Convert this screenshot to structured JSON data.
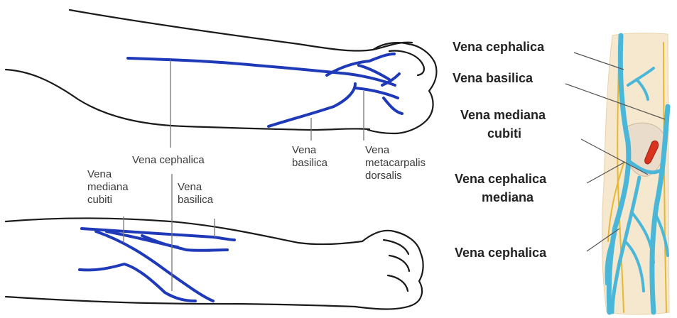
{
  "top_arm": {
    "label_cephalica": "Vena cephalica",
    "label_basilica_1": "Vena",
    "label_basilica_2": "basilica",
    "label_metacarpalis_1": "Vena",
    "label_metacarpalis_2": "metacarpalis",
    "label_metacarpalis_3": "dorsalis"
  },
  "bottom_arm": {
    "label_mediana_1": "Vena",
    "label_mediana_2": "mediana",
    "label_mediana_3": "cubiti",
    "label_basilica_1": "Vena",
    "label_basilica_2": "basilica"
  },
  "inset": {
    "label_cephalica_top": "Vena cephalica",
    "label_basilica": "Vena basilica",
    "label_mediana_cubiti_1": "Vena mediana",
    "label_mediana_cubiti_2": "cubiti",
    "label_cephalica_mediana_1": "Vena cephalica",
    "label_cephalica_mediana_2": "mediana",
    "label_cephalica_bottom": "Vena cephalica"
  },
  "colors": {
    "vein_blue": "#1f3ab8",
    "inset_vein": "#4ab7d8",
    "inset_skin": "#f6e8cf",
    "artery_red": "#d9331f",
    "nerve_yellow": "#e6b832"
  }
}
